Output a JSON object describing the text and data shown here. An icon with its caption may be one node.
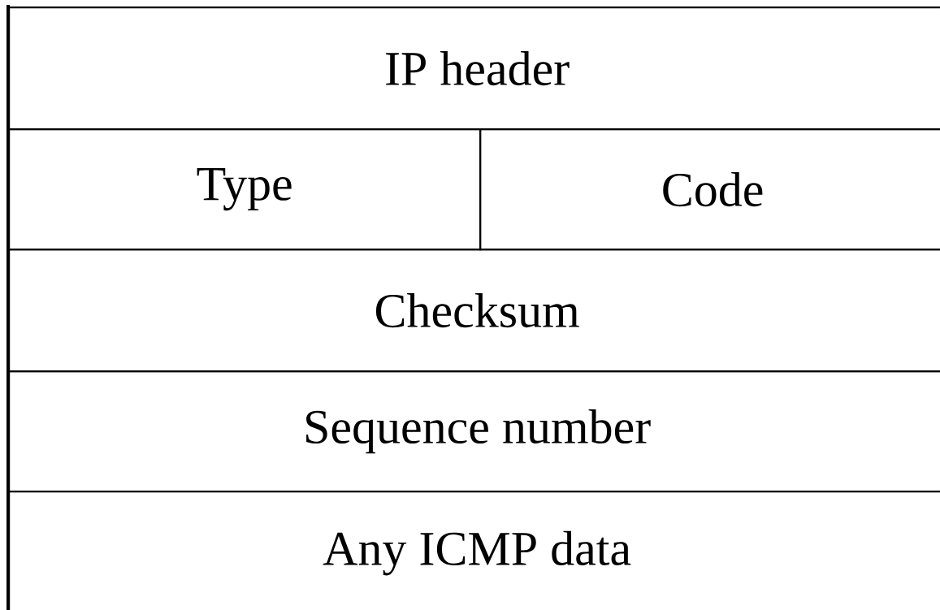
{
  "diagram": {
    "nodes": [
      {
        "text": [
          "IP header"
        ]
      },
      {
        "text": [
          "Type"
        ]
      },
      {
        "text": [
          "Code"
        ]
      },
      {
        "text": [
          "Checksum"
        ]
      },
      {
        "text": [
          "Sequence number"
        ]
      },
      {
        "text": [
          "Any ICMP data"
        ]
      }
    ]
  }
}
